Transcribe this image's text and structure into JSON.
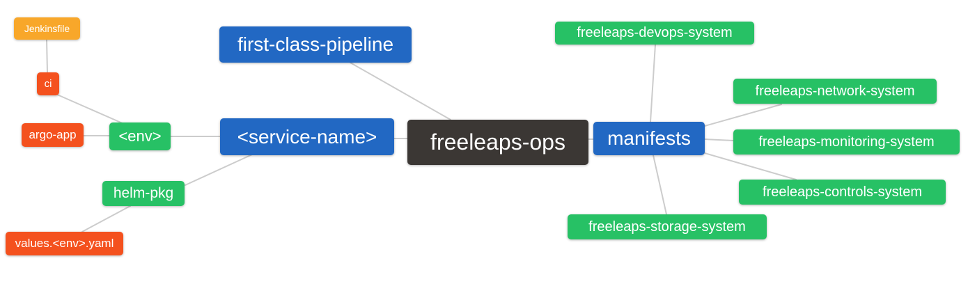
{
  "diagram": {
    "type": "mindmap",
    "root": "freeleaps-ops",
    "palette": {
      "root_node": "#3b3734",
      "branch_node": "#2268c3",
      "green_node": "#27c165",
      "orange_node": "#f8a72a",
      "red_node": "#f4511e",
      "edge": "#cccccc",
      "text": "#ffffff",
      "background": "#ffffff"
    },
    "nodes": {
      "freeleaps_ops": {
        "label": "freeleaps-ops",
        "color": "#3b3734"
      },
      "first_class_pipeline": {
        "label": "first-class-pipeline",
        "color": "#2268c3"
      },
      "service_name": {
        "label": "<service-name>",
        "color": "#2268c3"
      },
      "manifests": {
        "label": "manifests",
        "color": "#2268c3"
      },
      "env": {
        "label": "<env>",
        "color": "#27c165"
      },
      "helm_pkg": {
        "label": "helm-pkg",
        "color": "#27c165"
      },
      "jenkinsfile": {
        "label": "Jenkinsfile",
        "color": "#f8a72a"
      },
      "ci": {
        "label": "ci",
        "color": "#f4511e"
      },
      "argo_app": {
        "label": "argo-app",
        "color": "#f4511e"
      },
      "values_env_yaml": {
        "label": "values.<env>.yaml",
        "color": "#f4511e"
      },
      "devops_system": {
        "label": "freeleaps-devops-system",
        "color": "#27c165"
      },
      "network_system": {
        "label": "freeleaps-network-system",
        "color": "#27c165"
      },
      "monitoring_system": {
        "label": "freeleaps-monitoring-system",
        "color": "#27c165"
      },
      "controls_system": {
        "label": "freeleaps-controls-system",
        "color": "#27c165"
      },
      "storage_system": {
        "label": "freeleaps-storage-system",
        "color": "#27c165"
      }
    },
    "edges": [
      "Jenkinsfile — ci",
      "ci — <env>",
      "argo-app — <env>",
      "<env> — <service-name>",
      "helm-pkg — <service-name>",
      "values.<env>.yaml — helm-pkg",
      "first-class-pipeline — freeleaps-ops",
      "<service-name> — freeleaps-ops",
      "freeleaps-ops — manifests",
      "manifests — freeleaps-devops-system",
      "manifests — freeleaps-network-system",
      "manifests — freeleaps-monitoring-system",
      "manifests — freeleaps-controls-system",
      "manifests — freeleaps-storage-system"
    ]
  }
}
